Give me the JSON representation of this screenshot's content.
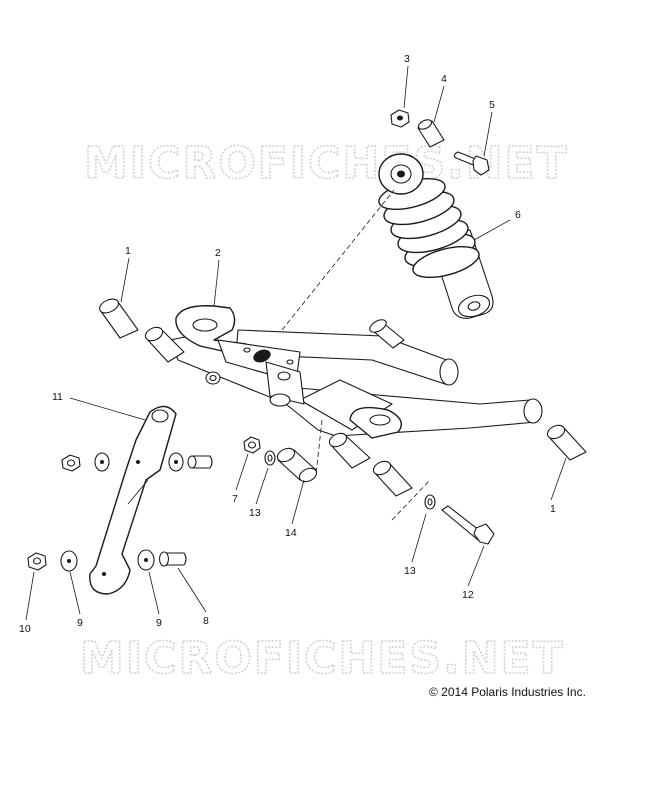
{
  "watermark": {
    "top": "MICROFICHES.NET",
    "bottom": "MICROFICHES.NET"
  },
  "copyright": "© 2014 Polaris Industries Inc.",
  "callouts": [
    {
      "id": "c3",
      "label": "3"
    },
    {
      "id": "c4",
      "label": "4"
    },
    {
      "id": "c5",
      "label": "5"
    },
    {
      "id": "c6",
      "label": "6"
    },
    {
      "id": "c1a",
      "label": "1"
    },
    {
      "id": "c2",
      "label": "2"
    },
    {
      "id": "c11",
      "label": "11"
    },
    {
      "id": "c7",
      "label": "7"
    },
    {
      "id": "c13a",
      "label": "13"
    },
    {
      "id": "c14",
      "label": "14"
    },
    {
      "id": "c1b",
      "label": "1"
    },
    {
      "id": "c13b",
      "label": "13"
    },
    {
      "id": "c12",
      "label": "12"
    },
    {
      "id": "c10",
      "label": "10"
    },
    {
      "id": "c9a",
      "label": "9"
    },
    {
      "id": "c9b",
      "label": "9"
    },
    {
      "id": "c8",
      "label": "8"
    }
  ]
}
